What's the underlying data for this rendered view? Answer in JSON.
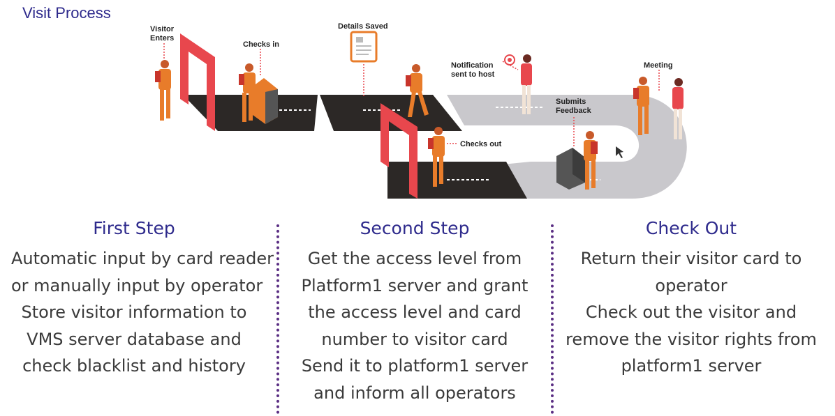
{
  "page": {
    "title": "Visit Process",
    "title_color": "#2e2a8c"
  },
  "colors": {
    "accent": "#2e2a8c",
    "divider": "#5b2f84",
    "gate": "#e8474d",
    "path_dark": "#2c2826",
    "path_light": "#c9c8cc",
    "person": "#e87c2a"
  },
  "illustration": {
    "labels": {
      "visitor_enters": [
        "Visitor",
        "Enters"
      ],
      "checks_in": "Checks in",
      "details_saved": "Details Saved",
      "notification": [
        "Notification",
        "sent to host"
      ],
      "meeting": "Meeting",
      "submits_feedback": [
        "Submits",
        "Feedback"
      ],
      "checks_out": "Checks out"
    }
  },
  "steps": [
    {
      "title": "First Step",
      "lines": [
        "Automatic input by card reader",
        "or manually input by operator",
        "Store visitor information to",
        "VMS server database and",
        "check blacklist and history"
      ]
    },
    {
      "title": "Second Step",
      "lines": [
        "Get the access level from",
        "Platform1 server and grant",
        "the access level and card",
        "number to visitor card",
        "Send it to platform1 server",
        "and inform all operators"
      ]
    },
    {
      "title": "Check Out",
      "lines": [
        "Return their visitor card to",
        "operator",
        "Check out the visitor and",
        "remove the visitor rights from",
        "platform1 server"
      ]
    }
  ]
}
